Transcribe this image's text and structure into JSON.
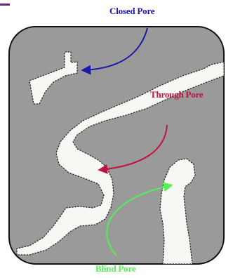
{
  "diagram": {
    "labels": {
      "closed": "Closed Pore",
      "through": "Through Pore",
      "blind": "Blind Pore"
    },
    "colors": {
      "matrix": "#9a9a9a",
      "matrix_border": "#111111",
      "pore": "#f7f7f4",
      "closed": "#1a1aa8",
      "through": "#c0123e",
      "blind": "#55ee55",
      "corner_mark": "#6a2a7a"
    }
  }
}
